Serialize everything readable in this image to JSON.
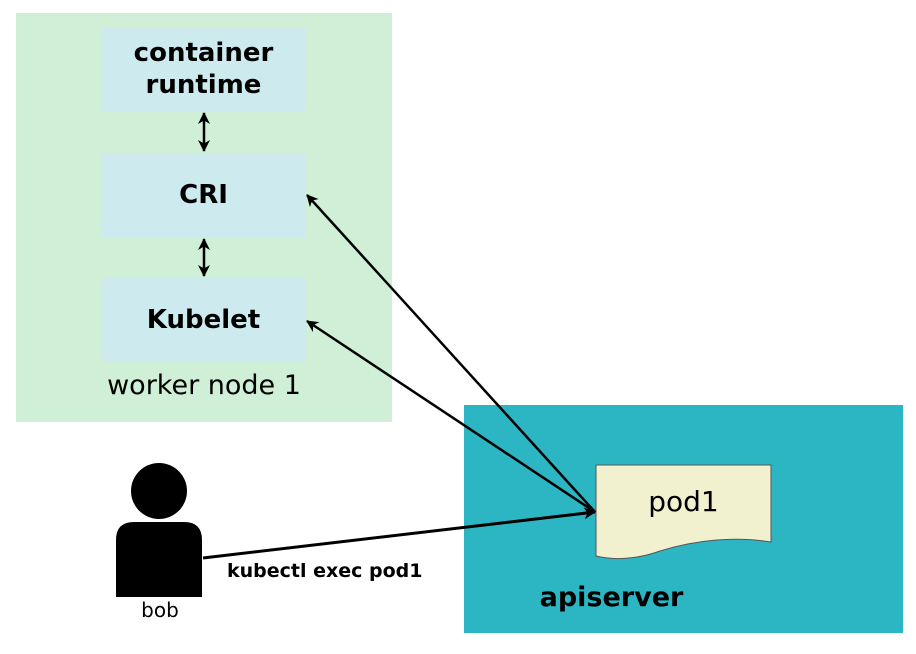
{
  "worker_node": {
    "label": "worker node 1",
    "components": {
      "container_runtime": "container\nruntime",
      "cri": "CRI",
      "kubelet": "Kubelet"
    }
  },
  "apiserver": {
    "label": "apiserver",
    "resource": "pod1"
  },
  "user": {
    "name": "bob",
    "command": "kubectl exec pod1"
  },
  "colors": {
    "worker_node_bg": "#cff0d6",
    "component_bg": "#cdebef",
    "apiserver_bg": "#2cb6c4",
    "document_bg": "#f2f1cf"
  },
  "icons": {
    "user": "person-silhouette-icon",
    "resource": "document-icon"
  }
}
